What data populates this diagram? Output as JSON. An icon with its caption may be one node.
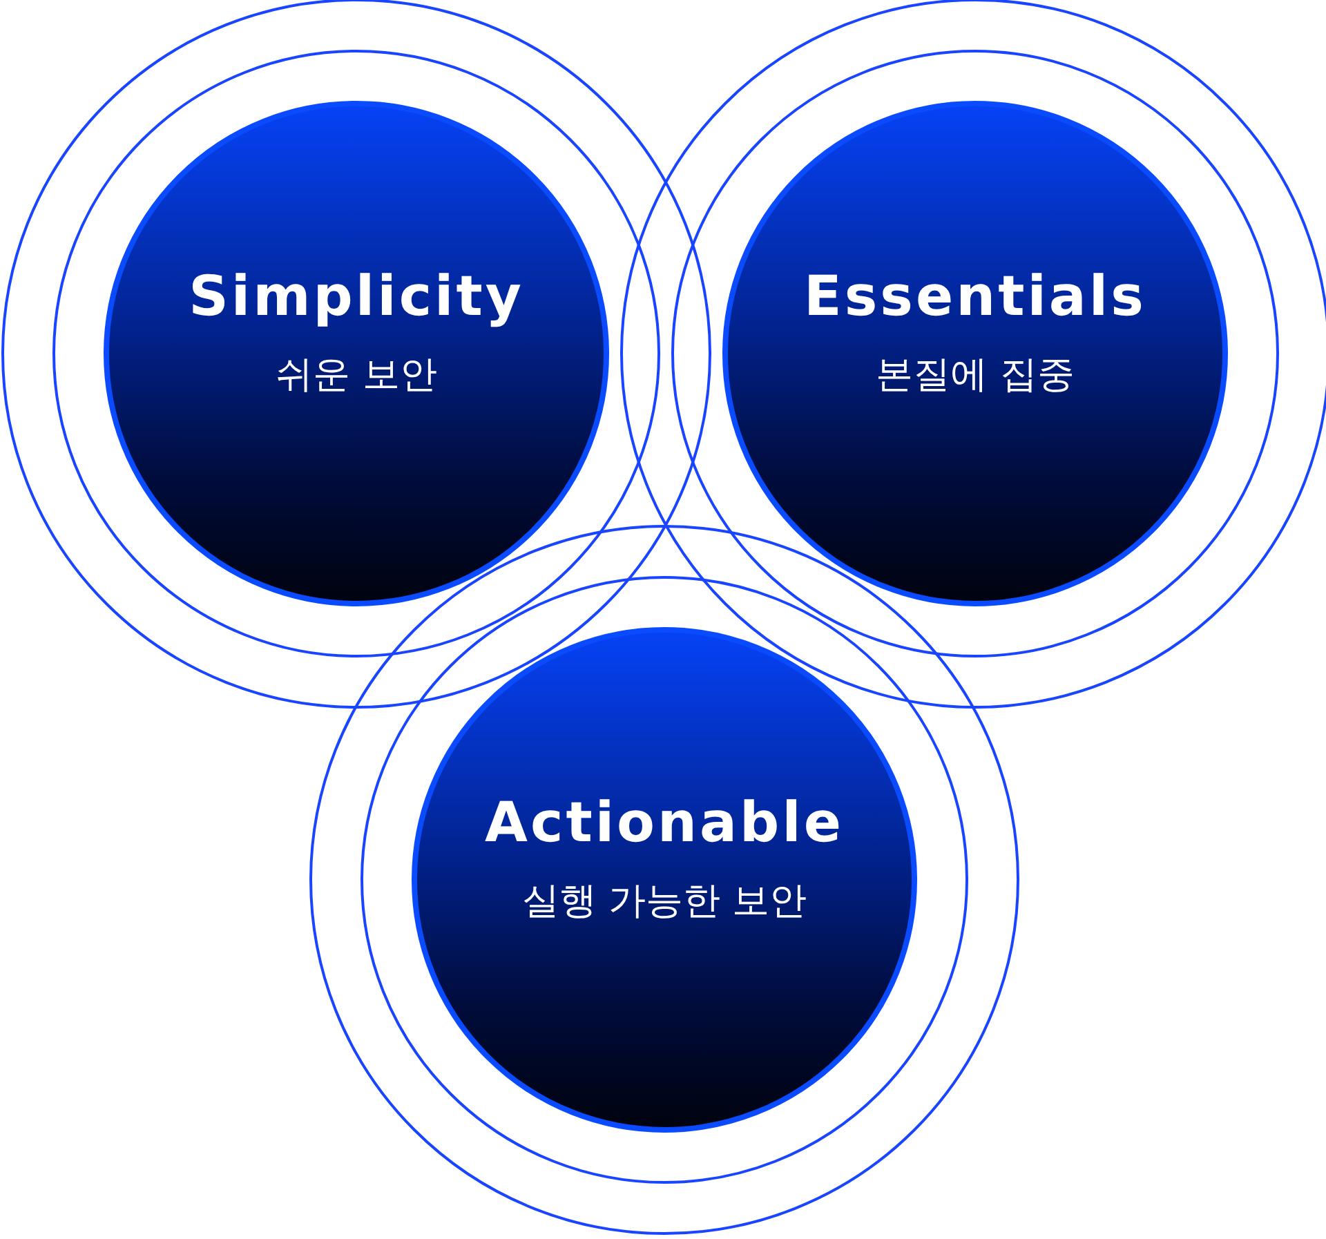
{
  "diagram": {
    "nodes": [
      {
        "text": [
          "Simplicity",
          "쉬운 보안"
        ]
      },
      {
        "text": [
          "Essentials",
          "본질에 집중"
        ]
      },
      {
        "text": [
          "Actionable",
          "실행 가능한 보안"
        ]
      }
    ]
  }
}
